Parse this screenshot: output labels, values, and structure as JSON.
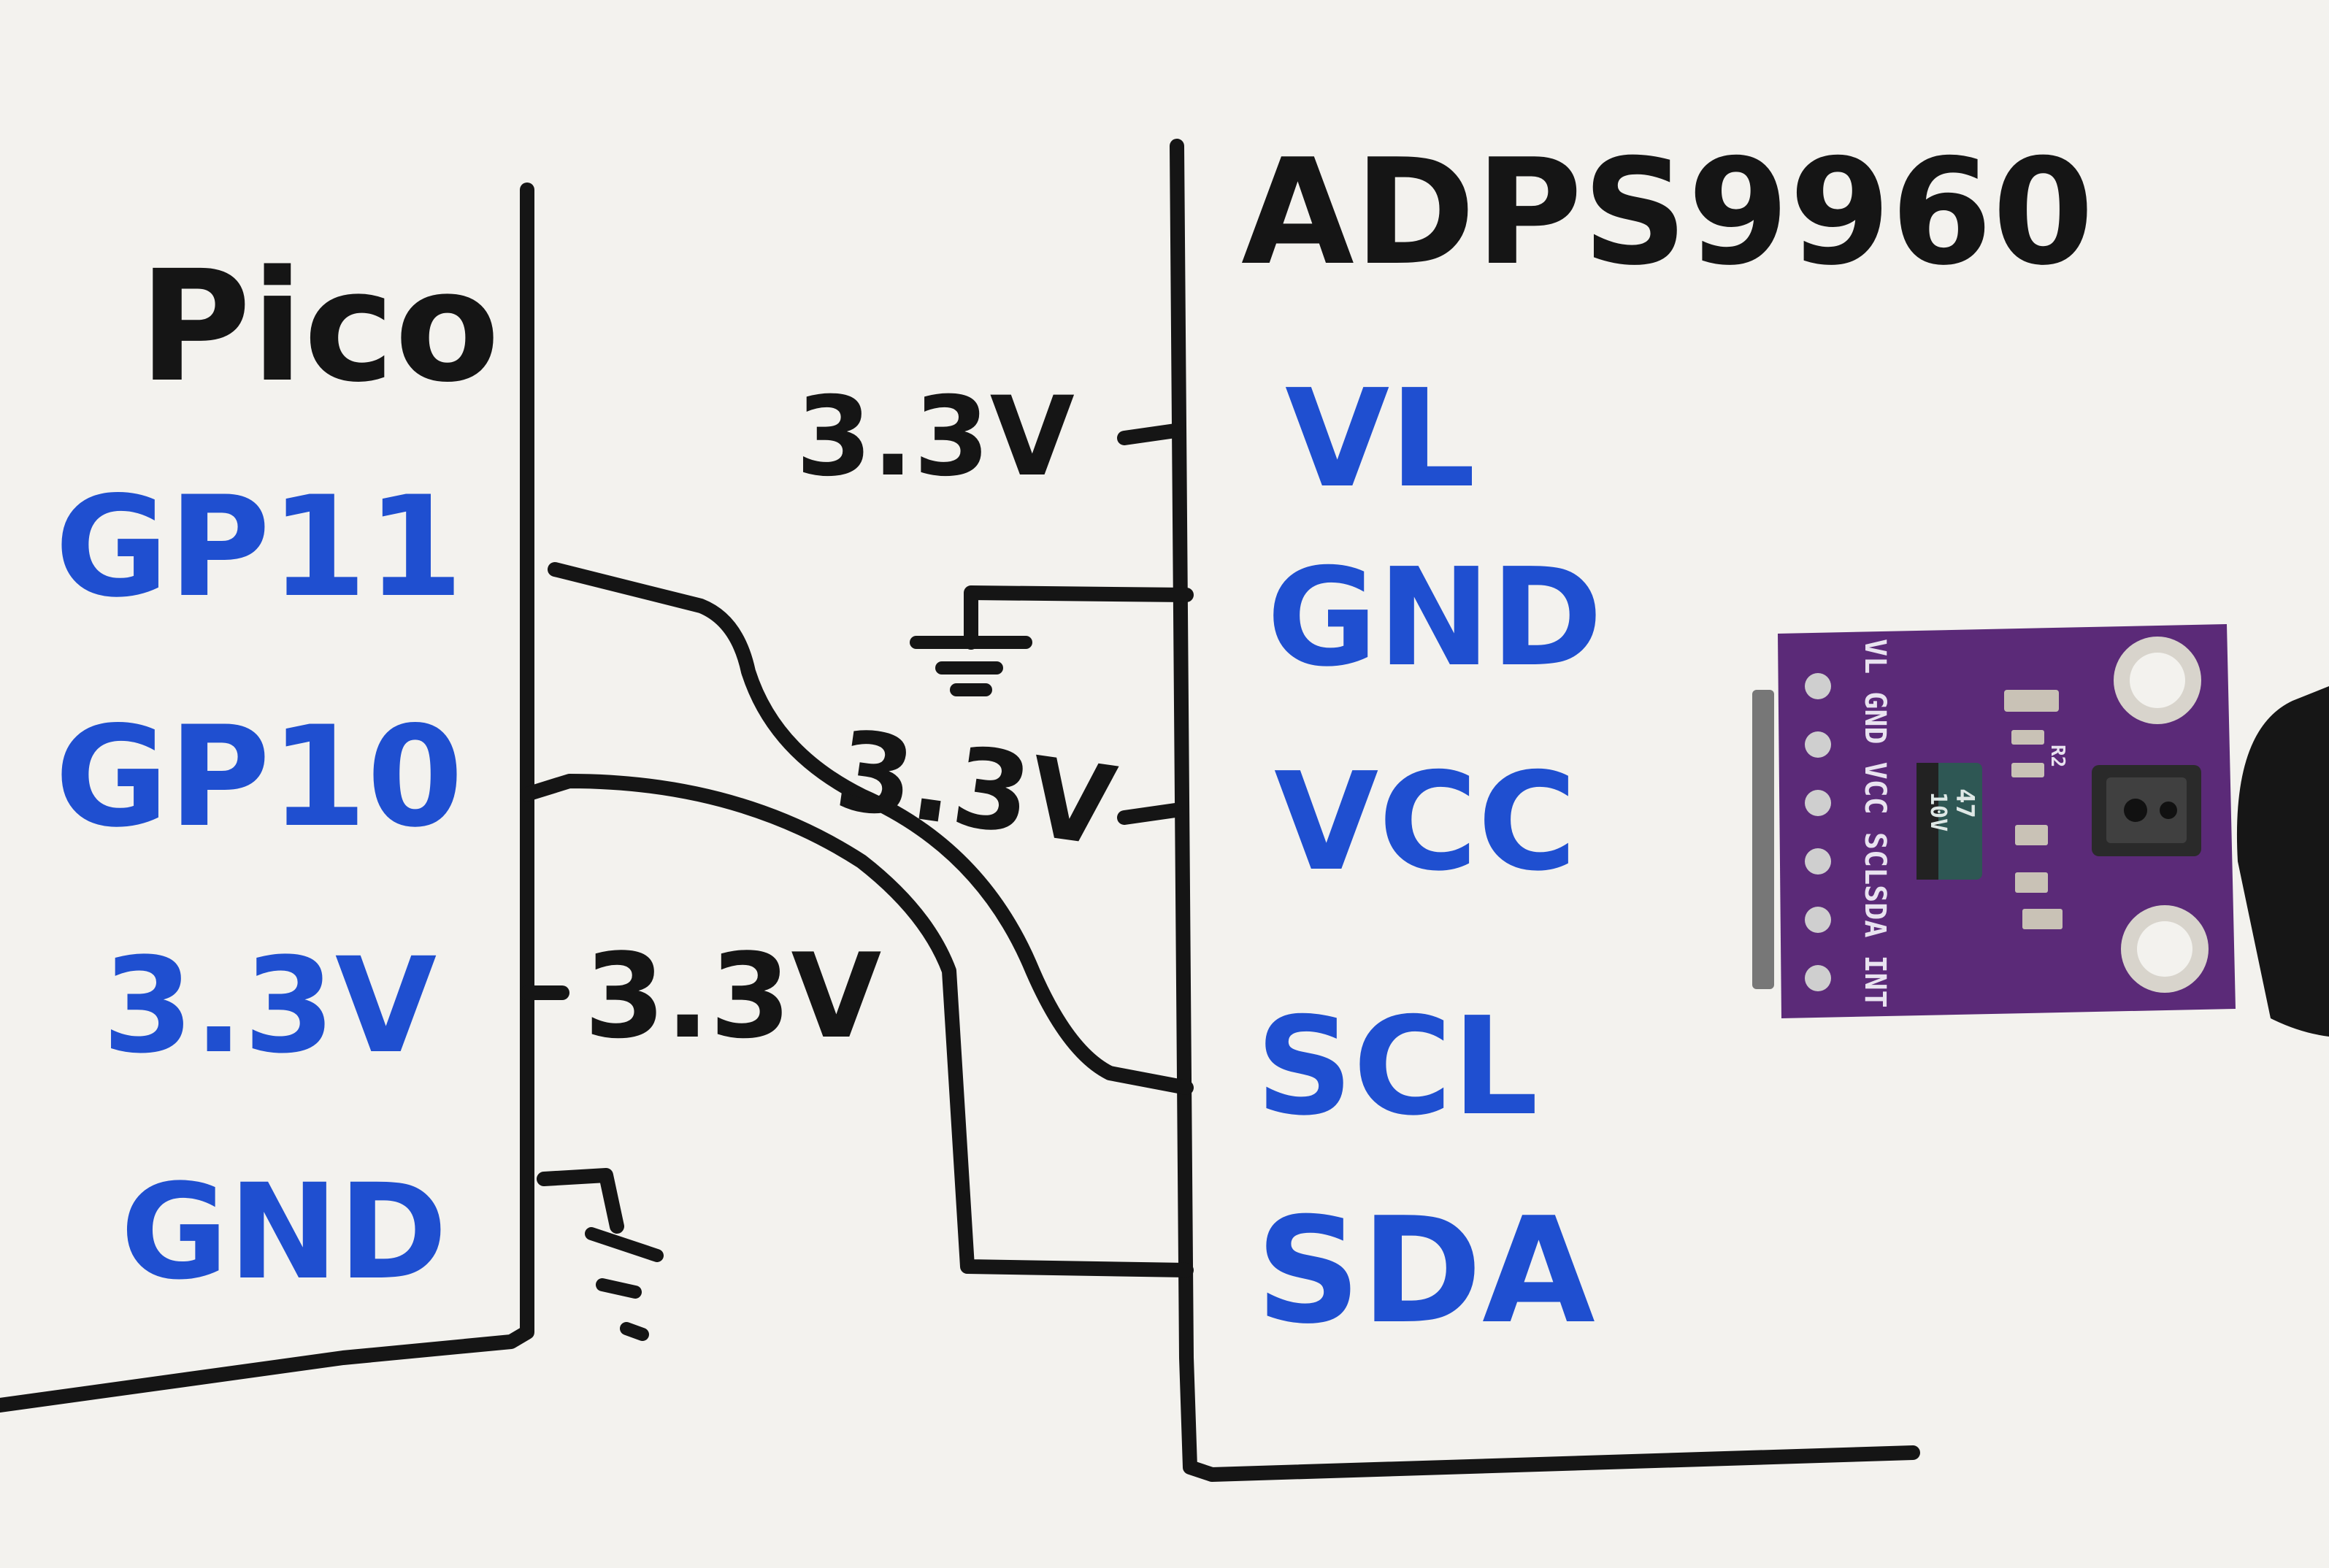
{
  "pico": {
    "title": "Pico",
    "pins": [
      "GP11",
      "GP10",
      "3.3V",
      "GND"
    ]
  },
  "adps": {
    "title": "ADPS9960",
    "pins": [
      "VL",
      "GND",
      "VCC",
      "SCL",
      "SDA"
    ]
  },
  "supply_labels": {
    "vl": "3.3V",
    "vcc": "3.3V",
    "pico_3v3": "3.3V"
  },
  "module": {
    "silkscreen": "VL GND VCC SCLSDA INT",
    "capacitor_top": "47",
    "capacitor_bottom": "10V",
    "component_ref": "R2",
    "pcb_color": "#5b2a78"
  },
  "colors": {
    "ink_black": "#151515",
    "ink_blue": "#1f4fd0",
    "paper": "#f3f2ee"
  }
}
